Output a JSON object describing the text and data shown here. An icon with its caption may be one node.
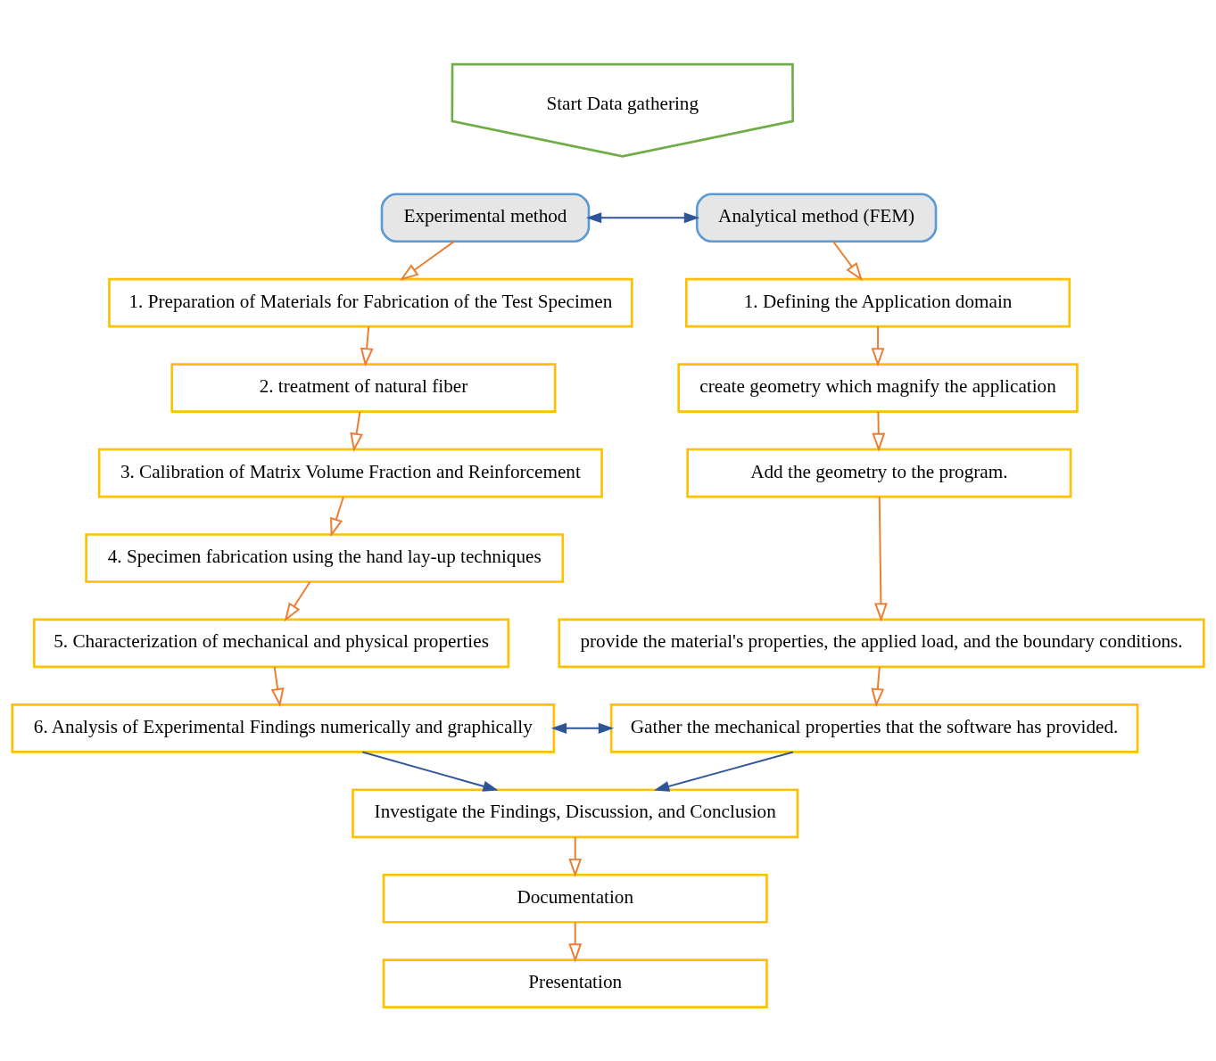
{
  "diagram": {
    "nodes": [
      {
        "text": [
          "Start Data gathering"
        ]
      },
      {
        "text": [
          "Experimental method"
        ]
      },
      {
        "text": [
          "Analytical method (FEM)"
        ]
      },
      {
        "text": [
          "1. Preparation of Materials for Fabrication of the Test Specimen"
        ]
      },
      {
        "text": [
          "2. treatment of natural fiber"
        ]
      },
      {
        "text": [
          "3. Calibration of Matrix Volume Fraction and Reinforcement"
        ]
      },
      {
        "text": [
          "4. Specimen fabrication using the hand lay-up techniques"
        ]
      },
      {
        "text": [
          "5. Characterization of mechanical and physical properties"
        ]
      },
      {
        "text": [
          "6. Analysis of Experimental Findings numerically and graphically"
        ]
      },
      {
        "text": [
          "1. Defining the Application domain"
        ]
      },
      {
        "text": [
          "create geometry which magnify the application"
        ]
      },
      {
        "text": [
          "Add the geometry to the program."
        ]
      },
      {
        "text": [
          "provide the material's properties, the applied load, and the boundary conditions."
        ]
      },
      {
        "text": [
          "Gather the mechanical properties that the software has provided."
        ]
      },
      {
        "text": [
          "Investigate the Findings, Discussion, and Conclusion"
        ]
      },
      {
        "text": [
          "Documentation"
        ]
      },
      {
        "text": [
          "Presentation"
        ]
      }
    ],
    "edges": [
      {
        "from": 1,
        "to": 2,
        "arrow": "both",
        "color": "#2f5597"
      },
      {
        "from": 1,
        "to": 3,
        "arrow": "to"
      },
      {
        "from": 3,
        "to": 4,
        "arrow": "to"
      },
      {
        "from": 4,
        "to": 5,
        "arrow": "to"
      },
      {
        "from": 5,
        "to": 6,
        "arrow": "to"
      },
      {
        "from": 6,
        "to": 7,
        "arrow": "to"
      },
      {
        "from": 7,
        "to": 8,
        "arrow": "to"
      },
      {
        "from": 2,
        "to": 9,
        "arrow": "to"
      },
      {
        "from": 9,
        "to": 10,
        "arrow": "to"
      },
      {
        "from": 10,
        "to": 11,
        "arrow": "to"
      },
      {
        "from": 11,
        "to": 12,
        "arrow": "to"
      },
      {
        "from": 12,
        "to": 13,
        "arrow": "to"
      },
      {
        "from": 8,
        "to": 13,
        "arrow": "both",
        "color": "#2f5597"
      },
      {
        "from": 8,
        "to": 14,
        "arrow": "to",
        "color": "#2f5597"
      },
      {
        "from": 13,
        "to": 14,
        "arrow": "to",
        "color": "#2f5597"
      },
      {
        "from": 14,
        "to": 15,
        "arrow": "to"
      },
      {
        "from": 15,
        "to": 16,
        "arrow": "to"
      }
    ]
  }
}
